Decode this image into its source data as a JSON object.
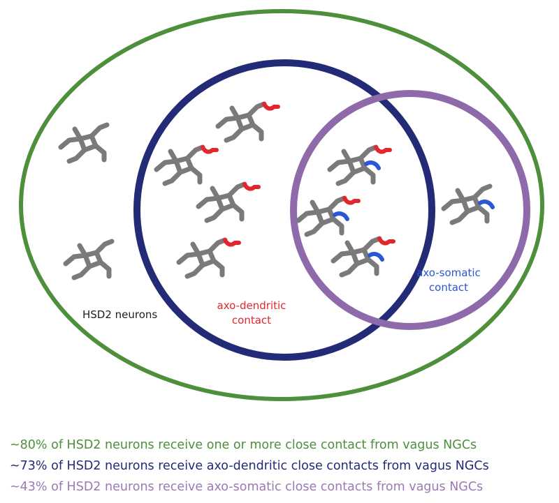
{
  "colors": {
    "outer_ellipse": "#4d8f3a",
    "navy_circle": "#232b77",
    "purple_circle": "#8e6aaa",
    "neuron": "#7a7a7a",
    "dendritic_contact": "#e3262e",
    "somatic_contact": "#2a57d6"
  },
  "labels": {
    "hsd2": "HSD2 neurons",
    "axo_dendritic_line1": "axo-dendritic",
    "axo_dendritic_line2": "contact",
    "axo_somatic_line1": "axo-somatic",
    "axo_somatic_line2": "contact"
  },
  "captions": {
    "green": "~80% of HSD2 neurons receive one or more close contact from vagus NGCs",
    "navy": "~73% of HSD2 neurons receive axo-dendritic close contacts from vagus NGCs",
    "purple": "~43% of HSD2 neurons receive axo-somatic close contacts from vagus NGCs"
  },
  "neurons": [
    {
      "group": "hsd2-only",
      "dendritic_contact": false,
      "somatic_contact": false
    },
    {
      "group": "hsd2-only",
      "dendritic_contact": false,
      "somatic_contact": false
    },
    {
      "group": "axo-dendritic",
      "dendritic_contact": true,
      "somatic_contact": false
    },
    {
      "group": "axo-dendritic",
      "dendritic_contact": true,
      "somatic_contact": false
    },
    {
      "group": "axo-dendritic",
      "dendritic_contact": true,
      "somatic_contact": false
    },
    {
      "group": "axo-dendritic",
      "dendritic_contact": true,
      "somatic_contact": false
    },
    {
      "group": "both",
      "dendritic_contact": true,
      "somatic_contact": true
    },
    {
      "group": "both",
      "dendritic_contact": true,
      "somatic_contact": true
    },
    {
      "group": "both",
      "dendritic_contact": true,
      "somatic_contact": true
    },
    {
      "group": "axo-somatic",
      "dendritic_contact": false,
      "somatic_contact": true
    }
  ]
}
